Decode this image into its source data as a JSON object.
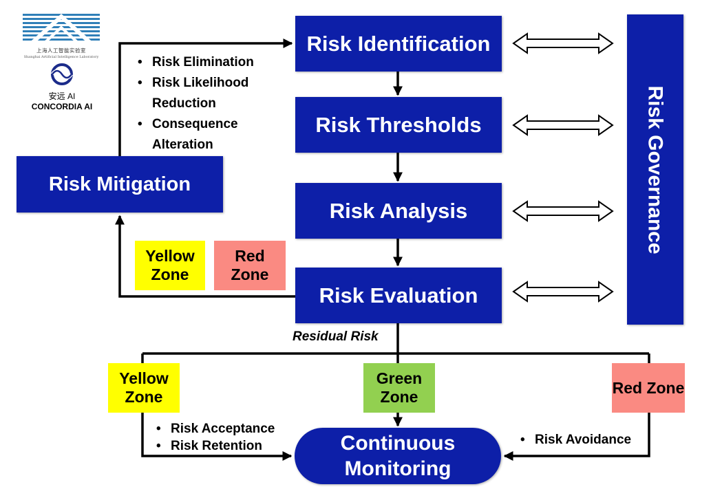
{
  "colors": {
    "box_blue": "#0d1fa8",
    "yellow_zone": "#ffff00",
    "red_zone": "#fa8a82",
    "green_zone": "#92d050"
  },
  "logos": {
    "shailab_cn": "上海人工智能实验室",
    "shailab_en": "Shanghai Artificial Intelligence Laboratory",
    "concordia_cn": "安远 AI",
    "concordia_en": "CONCORDIA AI"
  },
  "process": {
    "identification": "Risk Identification",
    "thresholds": "Risk Thresholds",
    "analysis": "Risk Analysis",
    "evaluation": "Risk Evaluation"
  },
  "mitigation": {
    "label": "Risk Mitigation",
    "options": [
      "Risk Elimination",
      "Risk Likelihood Reduction",
      "Consequence Alteration"
    ]
  },
  "governance": {
    "label": "Risk Governance"
  },
  "upper_zones": {
    "yellow": "Yellow Zone",
    "red": "Red Zone"
  },
  "residual_risk": "Residual Risk",
  "lower_zones": {
    "yellow": "Yellow Zone",
    "green": "Green Zone",
    "red": "Red Zone"
  },
  "acceptance_options": [
    "Risk Acceptance",
    "Risk Retention"
  ],
  "avoidance_options": [
    "Risk Avoidance"
  ],
  "monitoring": {
    "label": "Continuous Monitoring"
  }
}
